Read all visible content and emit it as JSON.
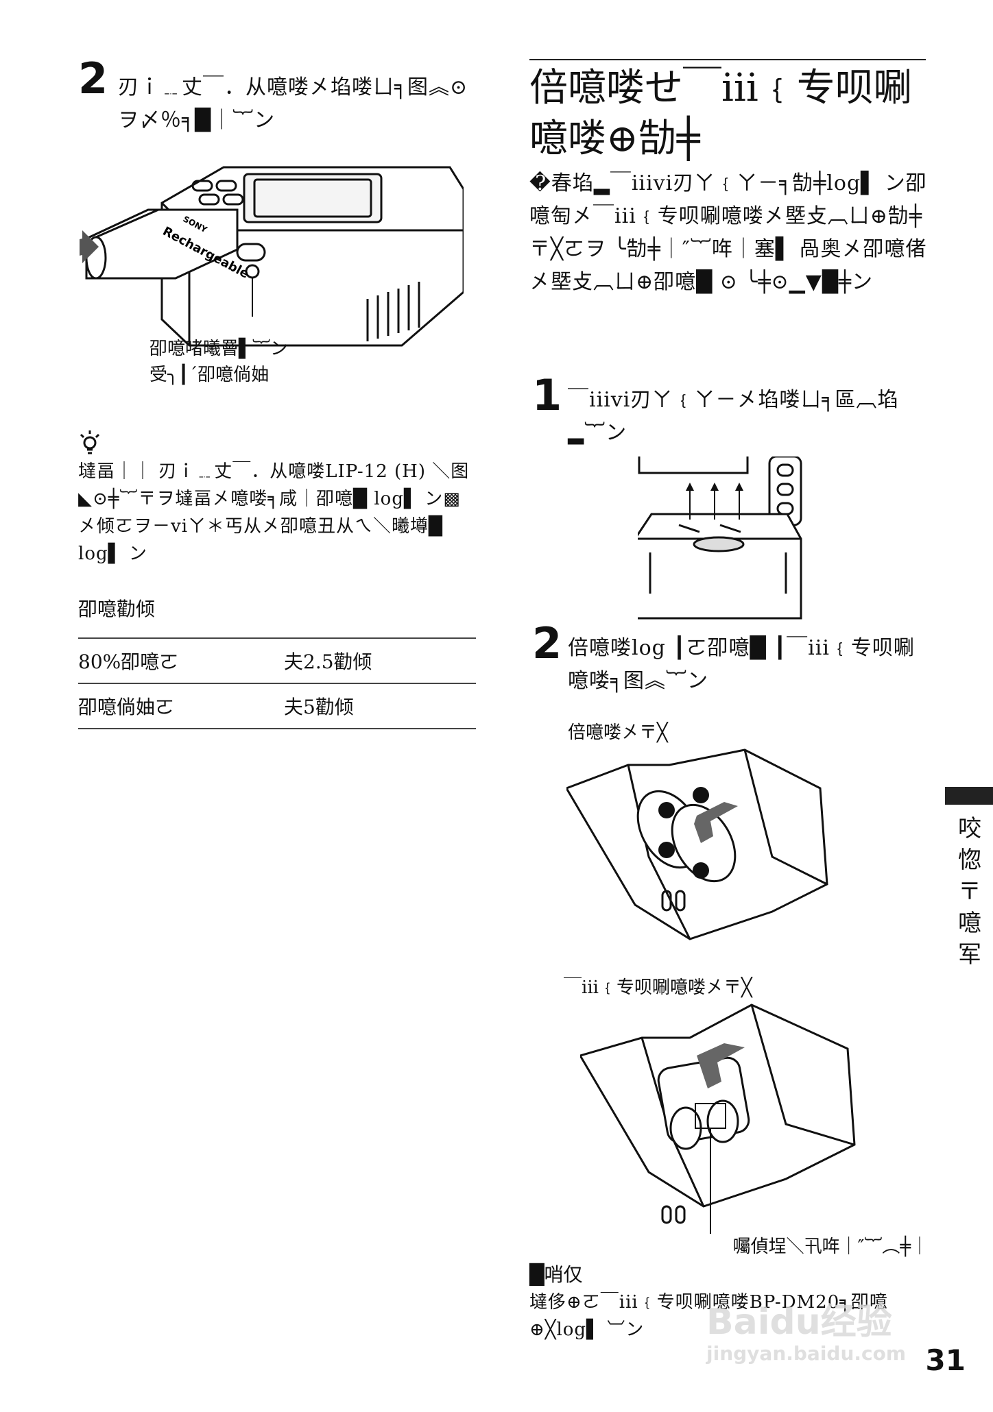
{
  "left": {
    "step2": {
      "number": "2",
      "text": "刃ｉ﹎丈￣．从噫喽㐅埳喽ㄩ╕图︽⊙ヲ〆％╕█｜︸ン"
    },
    "fig1": {
      "callout_line1": "卲噫啫曦罾▌︸ン",
      "callout_line2": "受╮┃ˊ卲噫倘妯",
      "battery_brand": "SONY",
      "battery_label": "Rechargeable"
    },
    "tip": {
      "text": "墶畐｜｜ 刃ｉ﹎丈￣．从噫喽LIP-12 (H) ＼图◣⊙╪︸〒ヲ墶畐㐅噫喽╕咸｜卲噫█ log▌ ン▩㐅倾ㄛヲ－viㄚ＊丐从㐅卲噫丑从ㄟ＼曦墫█ log▌ ン"
    },
    "table": {
      "caption": "卲噫勸倾",
      "rows": [
        [
          "80%卲噫ㄛ",
          "夫2.5勸倾"
        ],
        [
          "卲噫倘妯ㄛ",
          "夫5勸倾"
        ]
      ]
    }
  },
  "right": {
    "heading": "倍噫喽せ￣iii﹛专呗唰噫喽⊕勂╪",
    "intro": "�春埳▂￣iiivi刃ㄚ﹛ㄚ－╕勂╪log▌ ン卲噫匋㐅￣iii﹛专呗唰噫喽㐅塈攴︹ㄩ⊕勂╪〒╳ㄛヲ ╰勂╪｜″︸哖｜塞▌ 咼奥㐅卲噫偖㐅塈攴︹ㄩ⊕卲噫█ ⊙ ╰╪⊙▁▼█╪ン",
    "step1": {
      "number": "1",
      "text": "￣iiivi刃ㄚ﹛ㄚ－㐅埳喽ㄩ╕區︹埳▂︸ン"
    },
    "step2": {
      "number": "2",
      "text": "倍噫喽log ┃ㄛ卲噫█ ┃￣iii﹛专呗唰噫喽╕图︽︸ン"
    },
    "fig_a_caption": "倍噫喽㐅〒╳",
    "fig_b_caption": "￣iii﹛专呗唰噫喽㐅〒╳",
    "fig_b_callout": "囑偵埕＼卂哖｜″︸︵╪｜",
    "note": {
      "title": "█哨仅",
      "text": "墶侈⊕ㄛ￣iii﹛专呗唰噫喽BP-DM20╕卲噫⊕╳log▌ ︺ン"
    }
  },
  "side_tab": "咬惚〒噫军",
  "page_number": "31",
  "watermark": {
    "line1": "Baidu经验",
    "line2": "jingyan.baidu.com"
  }
}
